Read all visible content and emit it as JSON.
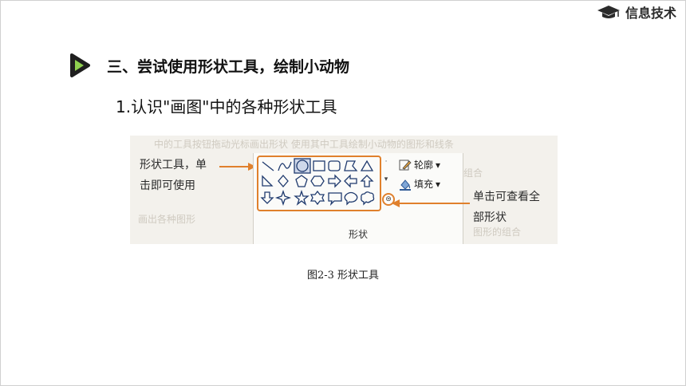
{
  "brand": {
    "text": "信息技术",
    "icon": "graduation-cap-icon"
  },
  "section": {
    "icon": "play-arrow-icon",
    "title": "三、尝试使用形状工具，绘制小动物"
  },
  "subtitle": "1.认识\"画图\"中的各种形状工具",
  "figure": {
    "left_label": [
      "形状工具，单",
      "击即可使用"
    ],
    "right_label": [
      "单击可查看全",
      "部形状"
    ],
    "panel_caption": "形状",
    "outline_label": "轮廓",
    "fill_label": "填充",
    "dropdown_glyph": "▾",
    "more_glyph": "⊜",
    "accent_color": "#e0802c",
    "shapes": [
      "line",
      "curve",
      "oval",
      "rectangle",
      "rounded-rectangle",
      "polygon",
      "triangle",
      "right-triangle",
      "diamond",
      "pentagon",
      "hexagon",
      "arrow-right",
      "arrow-left",
      "arrow-up",
      "arrow-down",
      "star-four",
      "star-five",
      "star-six",
      "callout-rect",
      "callout-oval",
      "callout-cloud"
    ]
  },
  "caption": "图2-3 形状工具"
}
